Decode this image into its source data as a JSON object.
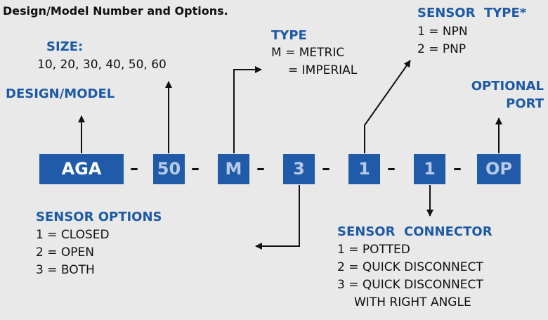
{
  "intro": "Design/Model Number and Options.",
  "size": {
    "heading": "SIZE:",
    "values": "10, 20, 30, 40, 50, 60"
  },
  "design_model": {
    "heading": "DESIGN/MODEL"
  },
  "type": {
    "heading": "TYPE",
    "lines": [
      "M = METRIC",
      "= IMPERIAL"
    ]
  },
  "sensor_type": {
    "heading": "SENSOR  TYPE*",
    "lines": [
      "1 = NPN",
      "2 = PNP"
    ]
  },
  "optional_port": {
    "heading_line1": "OPTIONAL",
    "heading_line2": "PORT"
  },
  "code": {
    "segments": [
      "AGA",
      "50",
      "M",
      "3",
      "1",
      "1",
      "OP"
    ],
    "separator": "–"
  },
  "sensor_options": {
    "heading": "SENSOR OPTIONS",
    "lines": [
      "1 = CLOSED",
      "2 = OPEN",
      "3 = BOTH"
    ]
  },
  "sensor_connector": {
    "heading": "SENSOR  CONNECTOR",
    "lines": [
      "1 = POTTED",
      "2 = QUICK DISCONNECT",
      "3 = QUICK DISCONNECT",
      "WITH RIGHT ANGLE"
    ]
  },
  "colors": {
    "accent": "#1d5aa6",
    "box": "#1f5ba8",
    "background": "#e9e9ea"
  }
}
